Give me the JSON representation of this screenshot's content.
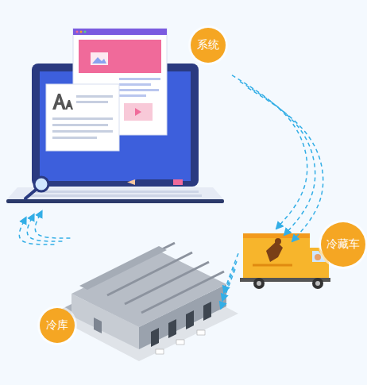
{
  "diagram": {
    "nodes": [
      {
        "text": [
          "系统"
        ]
      },
      {
        "text": [
          "冷藏车"
        ]
      },
      {
        "text": [
          "冷库"
        ]
      }
    ],
    "edges": [
      {
        "from": 0,
        "to": 1,
        "arrow": "to"
      },
      {
        "from": 1,
        "to": 2,
        "arrow": "to"
      },
      {
        "from": 2,
        "to": 0,
        "arrow": "to"
      }
    ]
  }
}
